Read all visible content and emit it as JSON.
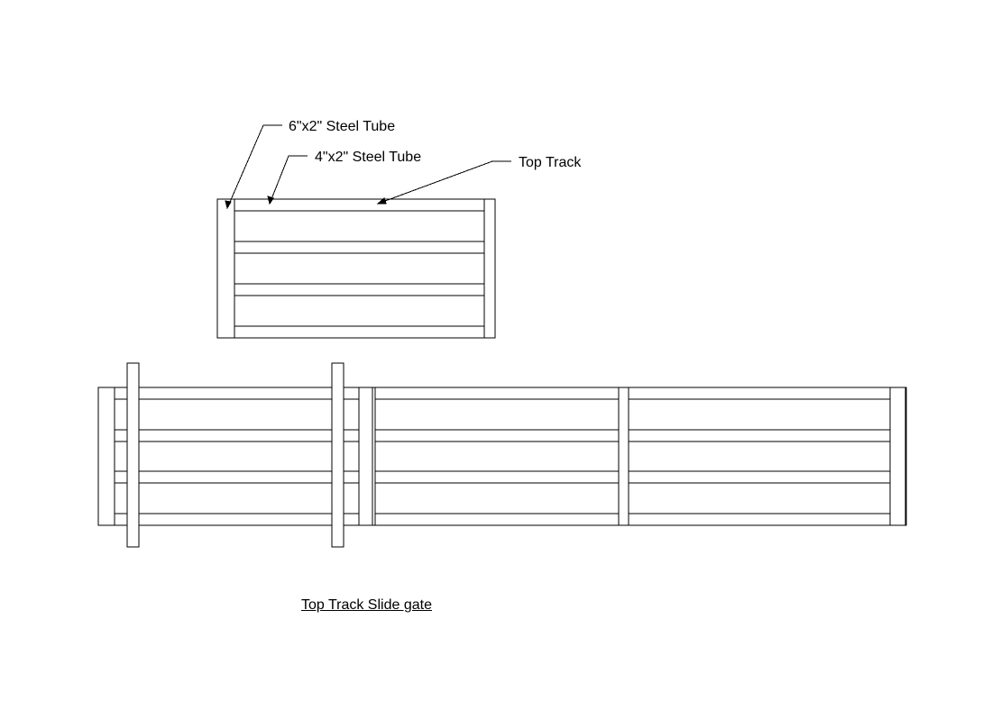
{
  "callouts": {
    "six_by_two": "6\"x2\" Steel Tube",
    "four_by_two": "4\"x2\" Steel Tube",
    "top_track": "Top Track"
  },
  "caption": "Top Track Slide gate",
  "line_color": "#000000",
  "background": "#ffffff"
}
